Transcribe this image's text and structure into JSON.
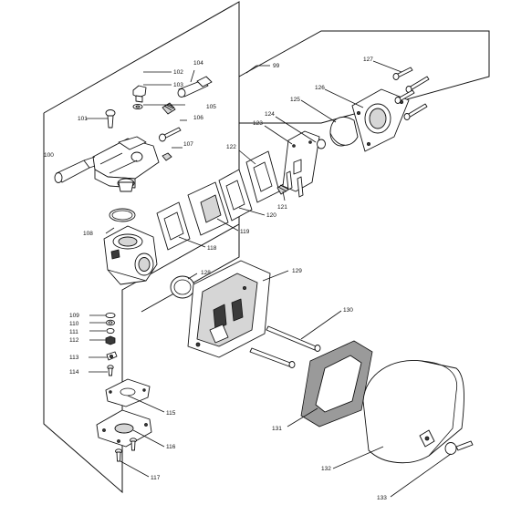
{
  "diagram": {
    "type": "exploded parts diagram",
    "line_color": "#111111",
    "background": "#ffffff",
    "labels": {
      "p99": "99",
      "p100": "100",
      "p101": "101",
      "p102": "102",
      "p103": "103",
      "p104": "104",
      "p105": "105",
      "p106": "106",
      "p107": "107",
      "p108": "108",
      "p109": "109",
      "p110": "110",
      "p111": "111",
      "p112": "112",
      "p113": "113",
      "p114": "114",
      "p115": "115",
      "p116": "116",
      "p117": "117",
      "p118": "118",
      "p119": "119",
      "p120": "120",
      "p121": "121",
      "p122": "122",
      "p123": "123",
      "p124": "124",
      "p125": "125",
      "p126": "126",
      "p127": "127",
      "p128": "128",
      "p129": "129",
      "p130": "130",
      "p131": "131",
      "p132": "132",
      "p133": "133"
    }
  }
}
